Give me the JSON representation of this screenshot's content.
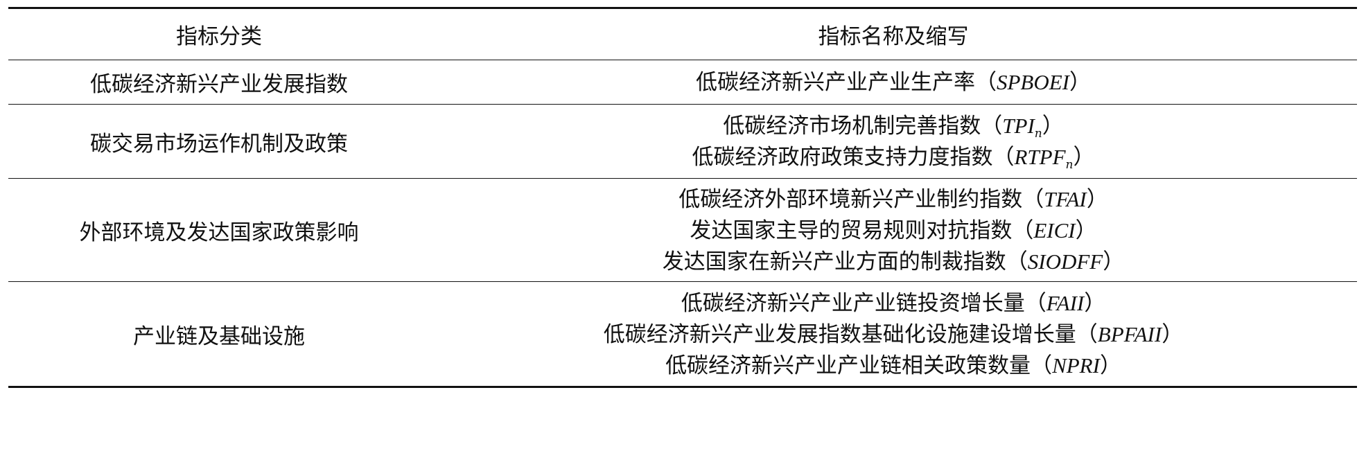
{
  "table": {
    "headers": [
      "指标分类",
      "指标名称及缩写"
    ],
    "rows": [
      {
        "category": "低碳经济新兴产业发展指数",
        "items": [
          {
            "name": "低碳经济新兴产业产业生产率",
            "abbr": "SPBOEI",
            "sub": ""
          }
        ]
      },
      {
        "category": "碳交易市场运作机制及政策",
        "items": [
          {
            "name": "低碳经济市场机制完善指数",
            "abbr": "TPI",
            "sub": "n"
          },
          {
            "name": "低碳经济政府政策支持力度指数",
            "abbr": "RTPF",
            "sub": "n"
          }
        ]
      },
      {
        "category": "外部环境及发达国家政策影响",
        "items": [
          {
            "name": "低碳经济外部环境新兴产业制约指数",
            "abbr": "TFAI",
            "sub": ""
          },
          {
            "name": "发达国家主导的贸易规则对抗指数",
            "abbr": "EICI",
            "sub": ""
          },
          {
            "name": "发达国家在新兴产业方面的制裁指数",
            "abbr": "SIODFF",
            "sub": ""
          }
        ]
      },
      {
        "category": "产业链及基础设施",
        "items": [
          {
            "name": "低碳经济新兴产业产业链投资增长量",
            "abbr": "FAII",
            "sub": ""
          },
          {
            "name": "低碳经济新兴产业发展指数基础化设施建设增长量",
            "abbr": "BPFAII",
            "sub": ""
          },
          {
            "name": "低碳经济新兴产业产业链相关政策数量",
            "abbr": "NPRI",
            "sub": ""
          }
        ]
      }
    ]
  }
}
